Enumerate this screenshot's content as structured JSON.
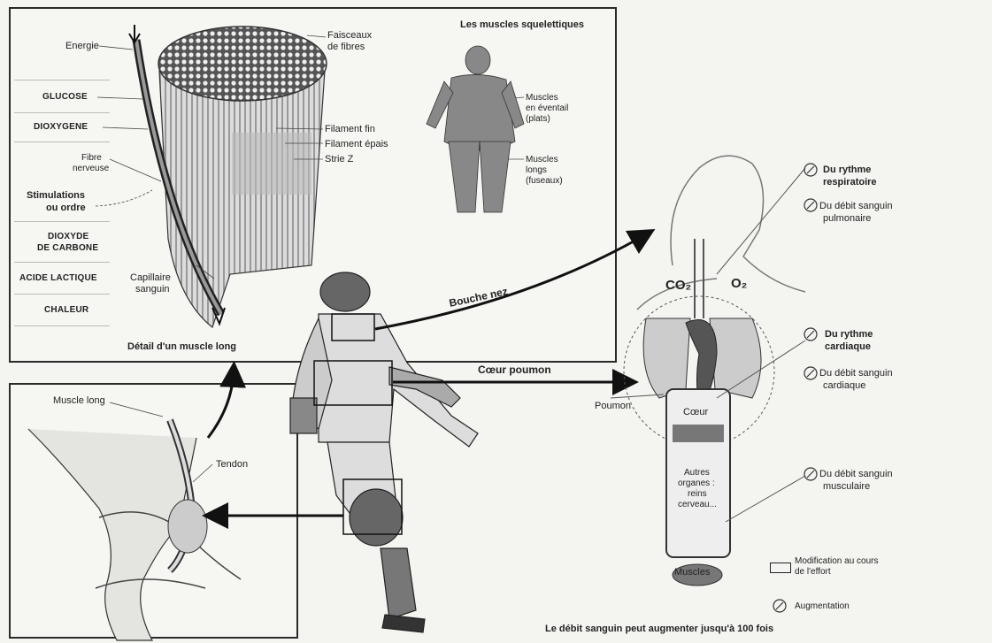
{
  "muscle_panel": {
    "energie": "Energie",
    "glucose": "GLUCOSE",
    "dioxygene": "DIOXYGENE",
    "fibre": [
      "Fibre",
      "nerveuse"
    ],
    "stimulations": [
      "Stimulations",
      "ou ordre"
    ],
    "dioxyde": [
      "DIOXYDE",
      "DE CARBONE"
    ],
    "acide": "ACIDE LACTIQUE",
    "chaleur": "CHALEUR",
    "capillaire": [
      "Capillaire",
      "sanguin"
    ],
    "faisceaux": [
      "Faisceaux",
      "de fibres"
    ],
    "filament_fin": "Filament fin",
    "filament_epais": "Filament épais",
    "strie": "Strie Z",
    "caption": "Détail d'un muscle long",
    "skeletal_title": "Les muscles squelettiques",
    "eventail": [
      "Muscles",
      "en éventail",
      "(plats)"
    ],
    "longs": [
      "Muscles",
      "longs",
      "(fuseaux)"
    ]
  },
  "knee_panel": {
    "muscle_long": "Muscle long",
    "tendon": "Tendon"
  },
  "arrows": {
    "bouche_nez": "Bouche nez",
    "coeur_poumon": "Cœur poumon"
  },
  "circulation": {
    "co2": "CO₂",
    "o2": "O₂",
    "poumon": "Poumon",
    "coeur": "Cœur",
    "autres": [
      "Autres",
      "organes :",
      "reins",
      "cerveau..."
    ],
    "muscles": "Muscles",
    "rythme_resp": [
      "Du rythme",
      "respiratoire"
    ],
    "debit_pulm": [
      "Du débit sanguin",
      "pulmonaire"
    ],
    "rythme_card": [
      "Du rythme",
      "cardiaque"
    ],
    "debit_card": [
      "Du débit sanguin",
      "cardiaque"
    ],
    "debit_musc": [
      "Du débit sanguin",
      "musculaire"
    ]
  },
  "legend": {
    "modification": [
      "Modification au cours",
      "de l'effort"
    ],
    "augmentation": "Augmentation"
  },
  "footer": "Le débit sanguin peut augmenter jusqu'à 100 fois"
}
